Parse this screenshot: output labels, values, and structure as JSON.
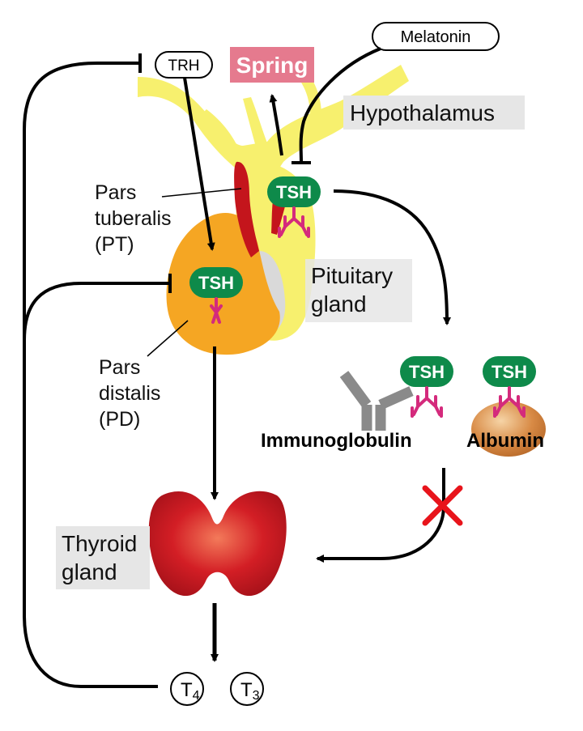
{
  "labels": {
    "trh": "TRH",
    "melatonin": "Melatonin",
    "spring": "Spring",
    "hypothalamus": "Hypothalamus",
    "pars_tuberalis": [
      "Pars",
      "tuberalis",
      "(PT)"
    ],
    "pituitary_gland": [
      "Pituitary",
      "gland"
    ],
    "pars_distalis": [
      "Pars",
      "distalis",
      "(PD)"
    ],
    "tsh": "TSH",
    "immunoglobulin": "Immunoglobulin",
    "albumin": "Albumin",
    "thyroid_gland": [
      "Thyroid",
      "gland"
    ],
    "t4_letter": "T",
    "t4_sub": "4",
    "t3_letter": "T",
    "t3_sub": "3"
  },
  "colors": {
    "tsh_green": "#0e8a4a",
    "receptor_pink": "#d42a7c",
    "pt_red": "#c4151c",
    "pd_orange": "#f5a623",
    "pituitary_yellow": "#f7f06e",
    "spring_pink": "#e57a8e",
    "label_box_gray": "#e6e6e6",
    "block_cross_red": "#e8141b",
    "antibody_gray": "#8a8a8a",
    "albumin_brown": "#d88a45",
    "thyroid_red": "#d31e25"
  }
}
